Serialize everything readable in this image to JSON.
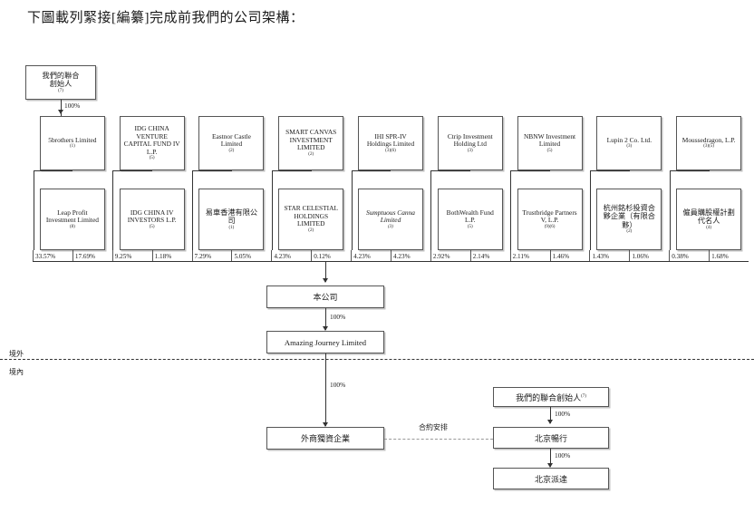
{
  "heading": "下圖載列緊接[編纂]完成前我們的公司架構：",
  "founders_top": {
    "line1": "我們的聯合",
    "line2": "創始人",
    "sup": "(7)",
    "pct": "100%"
  },
  "columns": [
    {
      "tier1": "5brothers Limited",
      "tier1_sup": "(1)",
      "tier1_cjk": false,
      "tier2": "Leap Profit Investment Limited",
      "tier2_sup": "(8)",
      "tier2_cjk": false,
      "pct1": "33.57%",
      "pct2": "17.69%"
    },
    {
      "tier1": "IDG CHINA VENTURE CAPITAL FUND IV L.P.",
      "tier1_sup": "(5)",
      "tier1_cjk": false,
      "tier2": "IDG CHINA IV INVESTORS L.P.",
      "tier2_sup": "(5)",
      "tier2_cjk": false,
      "pct1": "9.25%",
      "pct2": "1.18%"
    },
    {
      "tier1": "Eastnor Castle Limited",
      "tier1_sup": "(2)",
      "tier1_cjk": false,
      "tier2": "易車香港有限公司",
      "tier2_sup": "(1)",
      "tier2_cjk": true,
      "pct1": "7.29%",
      "pct2": "5.05%"
    },
    {
      "tier1": "SMART CANVAS INVESTMENT LIMITED",
      "tier1_sup": "(2)",
      "tier1_cjk": false,
      "tier2": "STAR CELESTIAL HOLDINGS LIMITED",
      "tier2_sup": "(2)",
      "tier2_cjk": false,
      "pct1": "4.23%",
      "pct2": "0.12%"
    },
    {
      "tier1": "IHI SPR-IV Holdings Limited",
      "tier1_sup": "(3)(6)",
      "tier1_cjk": false,
      "tier2": "Sumptuous Canna Limited",
      "tier2_sup": "(3)",
      "tier2_cjk": false,
      "tier2_italic": true,
      "pct1": "4.23%",
      "pct2": "4.23%"
    },
    {
      "tier1": "Ctrip Investment Holding Ltd",
      "tier1_sup": "(3)",
      "tier1_cjk": false,
      "tier2": "BothWealth Fund L.P.",
      "tier2_sup": "(5)",
      "tier2_cjk": false,
      "pct1": "2.92%",
      "pct2": "2.14%"
    },
    {
      "tier1": "NBNW Investment Limited",
      "tier1_sup": "(5)",
      "tier1_cjk": false,
      "tier2": "Trustbridge Partners V, L.P.",
      "tier2_sup": "(9)(6)",
      "tier2_cjk": false,
      "pct1": "2.11%",
      "pct2": "1.46%"
    },
    {
      "tier1": "Lupin 2 Co. Ltd.",
      "tier1_sup": "(3)",
      "tier1_cjk": false,
      "tier2": "杭州銘杉投資合夥企業（有限合夥）",
      "tier2_sup": "(2)",
      "tier2_cjk": true,
      "pct1": "1.43%",
      "pct2": "1.06%"
    },
    {
      "tier1": "Moussedragon, L.P.",
      "tier1_sup": "(3)(5)",
      "tier1_cjk": false,
      "tier2": "僱員購股權計劃代名人",
      "tier2_sup": "(4)",
      "tier2_cjk": true,
      "pct1": "0.38%",
      "pct2": "1.68%"
    }
  ],
  "company": {
    "label": "本公司",
    "pct_to_ajl": "100%"
  },
  "amazing": {
    "label": "Amazing Journey Limited",
    "pct_to_wfoe": "100%"
  },
  "jurisdiction": {
    "offshore": "境外",
    "onshore": "境內"
  },
  "wfoe": {
    "label": "外商獨資企業"
  },
  "contract": {
    "label": "合約安排"
  },
  "founders_bottom": {
    "label": "我們的聯合創始人",
    "sup": "(7)",
    "pct": "100%"
  },
  "beijing_changxing": {
    "label": "北京暢行",
    "pct": "100%"
  },
  "beijing_paida": {
    "label": "北京派達"
  }
}
